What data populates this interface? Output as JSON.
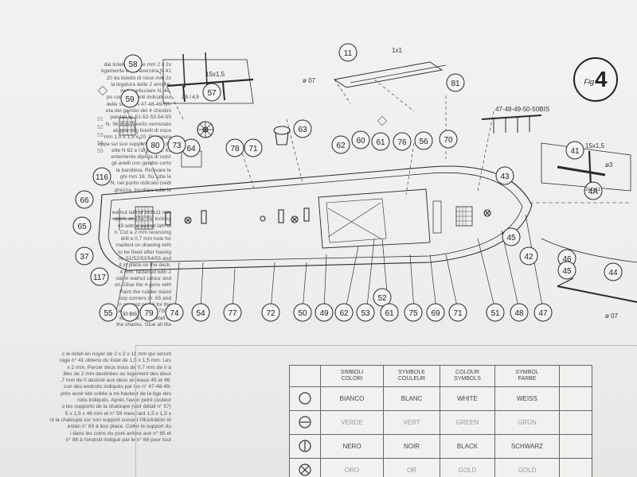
{
  "figure": {
    "prefix": "Fig",
    "number": "4"
  },
  "text_it": [
    "dai listello di noce mm 2 x 2x",
    "rigamente e la traversina N 41",
    "20 da listello di noce mm 2x",
    "la legatura delle 2 ancore:",
    "vedi particolare N. 44.",
    "po corti nei punti indicati sul",
    "delle stesse N 47-48-49-50-",
    "eta del gambo dei 4 chiodini",
    "paiolati N. 51-52-53-54-55",
    "N. 56 dopo averlo verniciato",
    "aluppa con listelli di noce",
    "mm 1,5 x 1,5 x 20. Dipingere",
    "uppa sul suo supporto come da",
    "ette N 62 e l'argano N. 63",
    "entemente dipinta di color",
    "gli anelli con gambo corto",
    "la bandiera. Ricavare le",
    "ghi mm 18. Su tutte le",
    "N. nel punto indicato (vedi",
    "ghezza. Incollare tutte le"
  ],
  "text_en": [
    "walnut lath of 2x2x11 mm",
    "sport, and for the locking",
    "43 with a walnut lath of",
    "n. Cut a 2 mm recessing",
    "drill a 0,7 mm hole for",
    "marked on drawing with",
    "to be fixed after having",
    "nr. 51/52/53/54/55 and",
    "it in place on the deck.",
    "4 mm. fastened with 2",
    "oat in walnut colour and",
    "on. Glue the 4 guns with",
    "Paint the rudder stand",
    "oop corners nr. 65 and",
    "n on spot nr. 68 for the",
    "and channels nr. 73/74",
    "ked spot (see detail nr",
    "the shanks. Glue all the"
  ],
  "text_fr": [
    "c le listeli en noyer de 2 x 2 x 11 mm qui seront",
    "rage n° 41 obtenu du listel de 1,5 x 1,5 mm. Les",
    "x 2 mm. Percer deux trous de 0,7 mm de 0 à",
    "illes de 2 mm destinées au logement des deux",
    ",7 mm de 0 destiné aux deux anneaux 45 et 46.",
    "cun des endroits indiqués par les n° 47-48-49-",
    "près avoir été collée à mi-hauteur de la tige des",
    "roits indiqués. Après l'avoir peint couleur",
    "s les supports de la chaloupe (voir détail n° 57)",
    "5 x 1,5 x 46 mm et n° 59 mesurant 1,5 x 1,5 x",
    "nt la chaloupe sur son support suivant l'illustration et",
    "estan n° 63 à leur place. Coller le support du",
    "i dans les coins du pont arrière aux n° 65 et",
    "n° 88 à l'endroit indiqué par le n° 68 pour tout"
  ],
  "callouts": [
    "58",
    "59",
    "57",
    "11",
    "81",
    "63",
    "64",
    "73",
    "78",
    "71",
    "62",
    "60",
    "61",
    "76",
    "56",
    "70",
    "80",
    "116",
    "66",
    "65",
    "37",
    "117",
    "55",
    "50 BIS",
    "79",
    "74",
    "54",
    "77",
    "72",
    "50",
    "49",
    "62",
    "53",
    "52",
    "61",
    "75",
    "69",
    "71",
    "51",
    "48",
    "47",
    "43",
    "45",
    "42",
    "41",
    "4A",
    "44",
    "46",
    "45"
  ],
  "dimension_labels": {
    "rail": "15x1,5",
    "rail_sub": "2,5 / 4,5",
    "beam": "1x1",
    "hole": "ø 07",
    "parts_list": "47-48-49-50-50BIS",
    "anchor_size": "15x1,5",
    "anchor_small": "2x2x11",
    "anchor_hole": "ø3",
    "ring_hole": "ø 07",
    "plank_sizes": [
      "51",
      "52",
      "53",
      "54",
      "55"
    ]
  },
  "legend": {
    "headers": [
      [
        "SIMBOLI",
        "COLORI"
      ],
      [
        "SYMBOLE",
        "COULEUR"
      ],
      [
        "COLOUR",
        "SYMBOLS"
      ],
      [
        "SYMBOL",
        "FARBE"
      ]
    ],
    "rows": [
      {
        "symbol": "circle-empty",
        "it": "BIANCO",
        "fr": "BLANC",
        "en": "WHITE",
        "de": "WEISS"
      },
      {
        "symbol": "circle-horizontal-line",
        "it": "VERDE",
        "fr": "VERT",
        "en": "GREEN",
        "de": "GRÜN"
      },
      {
        "symbol": "circle-vertical-line",
        "it": "NERO",
        "fr": "NOIR",
        "en": "BLACK",
        "de": "SCHWARZ"
      },
      {
        "symbol": "circle-cross",
        "it": "ORO",
        "fr": "OR",
        "en": "GOLD",
        "de": "GOLD"
      }
    ]
  }
}
